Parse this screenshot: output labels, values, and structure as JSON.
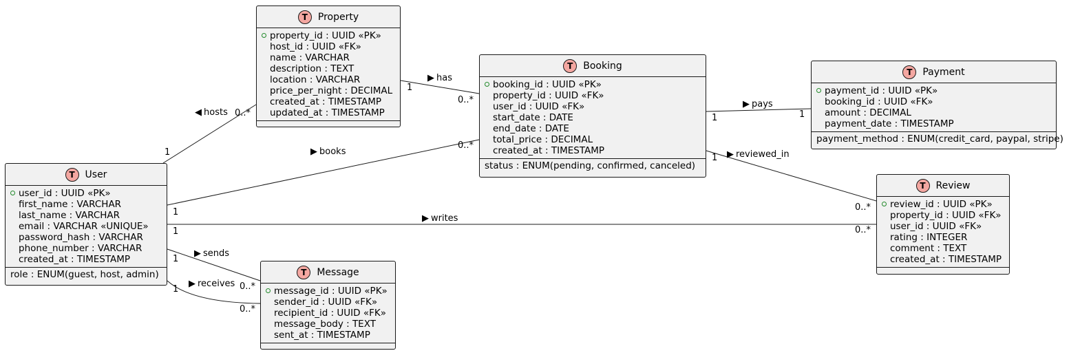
{
  "entities": {
    "property": {
      "title": "Property",
      "badge": "T",
      "pk": "property_id : UUID «PK»",
      "attributes": [
        "host_id : UUID «FK»",
        "name : VARCHAR",
        "description : TEXT",
        "location : VARCHAR",
        "price_per_night : DECIMAL",
        "created_at : TIMESTAMP",
        "updated_at : TIMESTAMP"
      ]
    },
    "booking": {
      "title": "Booking",
      "badge": "T",
      "pk": "booking_id : UUID «PK»",
      "attributes": [
        "property_id : UUID «FK»",
        "user_id : UUID «FK»",
        "start_date : DATE",
        "end_date : DATE",
        "total_price : DECIMAL",
        "created_at : TIMESTAMP"
      ],
      "extra": "status : ENUM(pending, confirmed, canceled)"
    },
    "payment": {
      "title": "Payment",
      "badge": "T",
      "pk": "payment_id : UUID «PK»",
      "attributes": [
        "booking_id : UUID «FK»",
        "amount : DECIMAL",
        "payment_date : TIMESTAMP"
      ],
      "extra": "payment_method : ENUM(credit_card, paypal, stripe)"
    },
    "user": {
      "title": "User",
      "badge": "T",
      "pk": "user_id : UUID «PK»",
      "attributes": [
        "first_name : VARCHAR",
        "last_name : VARCHAR",
        "email : VARCHAR «UNIQUE»",
        "password_hash : VARCHAR",
        "phone_number : VARCHAR",
        "created_at : TIMESTAMP"
      ],
      "extra": "role : ENUM(guest, host, admin)"
    },
    "review": {
      "title": "Review",
      "badge": "T",
      "pk": "review_id : UUID «PK»",
      "attributes": [
        "property_id : UUID «FK»",
        "user_id : UUID «FK»",
        "rating : INTEGER",
        "comment : TEXT",
        "created_at : TIMESTAMP"
      ]
    },
    "message": {
      "title": "Message",
      "badge": "T",
      "pk": "message_id : UUID «PK»",
      "attributes": [
        "sender_id : UUID «FK»",
        "recipient_id : UUID «FK»",
        "message_body : TEXT",
        "sent_at : TIMESTAMP"
      ]
    }
  },
  "relations": [
    {
      "id": "hosts",
      "label": "hosts",
      "arrow": "◀",
      "from": "user",
      "to": "property",
      "from_mult": "1",
      "to_mult": "0..*"
    },
    {
      "id": "has",
      "label": "has",
      "arrow": "▶",
      "from": "property",
      "to": "booking",
      "from_mult": "1",
      "to_mult": "0..*"
    },
    {
      "id": "books",
      "label": "books",
      "arrow": "▶",
      "from": "user",
      "to": "booking",
      "from_mult": "1",
      "to_mult": "0..*"
    },
    {
      "id": "pays",
      "label": "pays",
      "arrow": "▶",
      "from": "booking",
      "to": "payment",
      "from_mult": "1",
      "to_mult": "1"
    },
    {
      "id": "reviewed_in",
      "label": "reviewed_in",
      "arrow": "▶",
      "from": "booking",
      "to": "review",
      "from_mult": "1",
      "to_mult": "0..*"
    },
    {
      "id": "writes",
      "label": "writes",
      "arrow": "▶",
      "from": "user",
      "to": "review",
      "from_mult": "1",
      "to_mult": "0..*"
    },
    {
      "id": "sends",
      "label": "sends",
      "arrow": "▶",
      "from": "user",
      "to": "message",
      "from_mult": "1",
      "to_mult": "0..*"
    },
    {
      "id": "receives",
      "label": "receives",
      "arrow": "▶",
      "from": "user",
      "to": "message",
      "from_mult": "1",
      "to_mult": "0..*"
    }
  ],
  "colors": {
    "entity_fill": "#f1f1f1",
    "badge_fill": "#f4a7a1",
    "border": "#181818",
    "pk_marker": "#238a2c"
  }
}
